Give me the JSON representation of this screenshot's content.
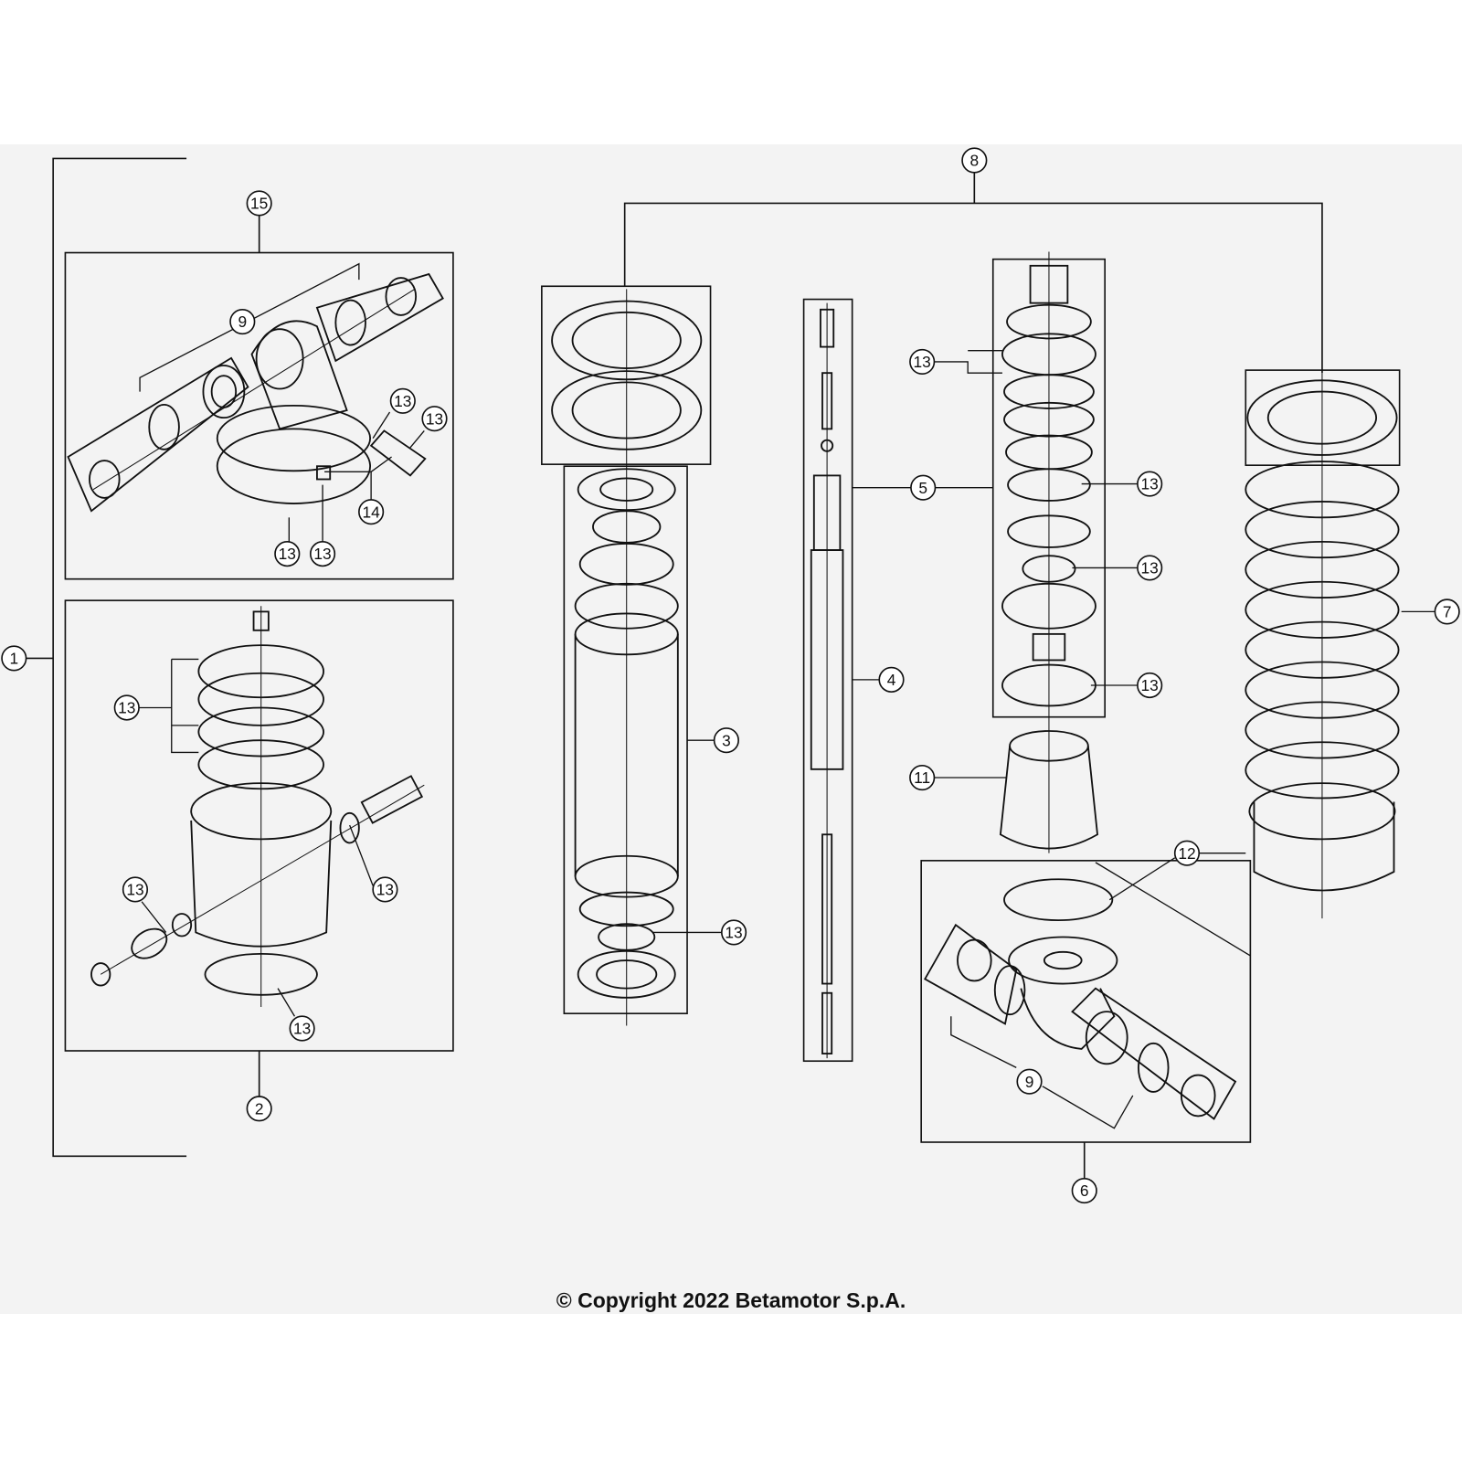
{
  "diagram": {
    "copyright": "© Copyright 2022 Betamotor S.p.A.",
    "callouts": [
      {
        "label": "1"
      },
      {
        "label": "15"
      },
      {
        "label": "9"
      },
      {
        "label": "13"
      },
      {
        "label": "13"
      },
      {
        "label": "14"
      },
      {
        "label": "13"
      },
      {
        "label": "13"
      },
      {
        "label": "13"
      },
      {
        "label": "13"
      },
      {
        "label": "13"
      },
      {
        "label": "13"
      },
      {
        "label": "2"
      },
      {
        "label": "3"
      },
      {
        "label": "13"
      },
      {
        "label": "8"
      },
      {
        "label": "4"
      },
      {
        "label": "5"
      },
      {
        "label": "13"
      },
      {
        "label": "13"
      },
      {
        "label": "13"
      },
      {
        "label": "13"
      },
      {
        "label": "11"
      },
      {
        "label": "12"
      },
      {
        "label": "7"
      },
      {
        "label": "9"
      },
      {
        "label": "6"
      }
    ],
    "colors": {
      "line": "#111111",
      "background": "#ffffff",
      "band": "#f3f3f3"
    }
  }
}
